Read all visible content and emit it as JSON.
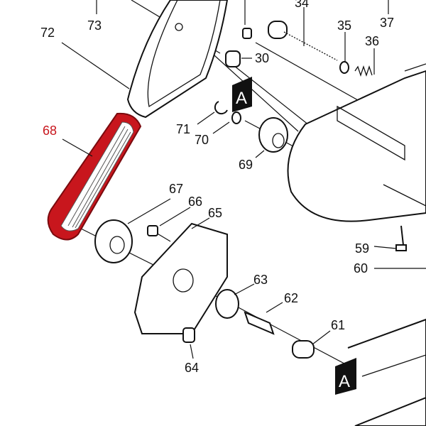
{
  "diagram": {
    "title": "Exploded parts view",
    "highlight_color": "#c8161d",
    "highlighted_part": "68",
    "callouts": [
      {
        "id": "73",
        "label": "73"
      },
      {
        "id": "34",
        "label": "34"
      },
      {
        "id": "37",
        "label": "37"
      },
      {
        "id": "72",
        "label": "72"
      },
      {
        "id": "35",
        "label": "35"
      },
      {
        "id": "36",
        "label": "36"
      },
      {
        "id": "30",
        "label": "30"
      },
      {
        "id": "71",
        "label": "71"
      },
      {
        "id": "70",
        "label": "70"
      },
      {
        "id": "68",
        "label": "68"
      },
      {
        "id": "69",
        "label": "69"
      },
      {
        "id": "67",
        "label": "67"
      },
      {
        "id": "66",
        "label": "66"
      },
      {
        "id": "65",
        "label": "65"
      },
      {
        "id": "59",
        "label": "59"
      },
      {
        "id": "60",
        "label": "60"
      },
      {
        "id": "63",
        "label": "63"
      },
      {
        "id": "62",
        "label": "62"
      },
      {
        "id": "61",
        "label": "61"
      },
      {
        "id": "64",
        "label": "64"
      }
    ],
    "markers": [
      {
        "label": "A"
      },
      {
        "label": "A"
      }
    ]
  }
}
